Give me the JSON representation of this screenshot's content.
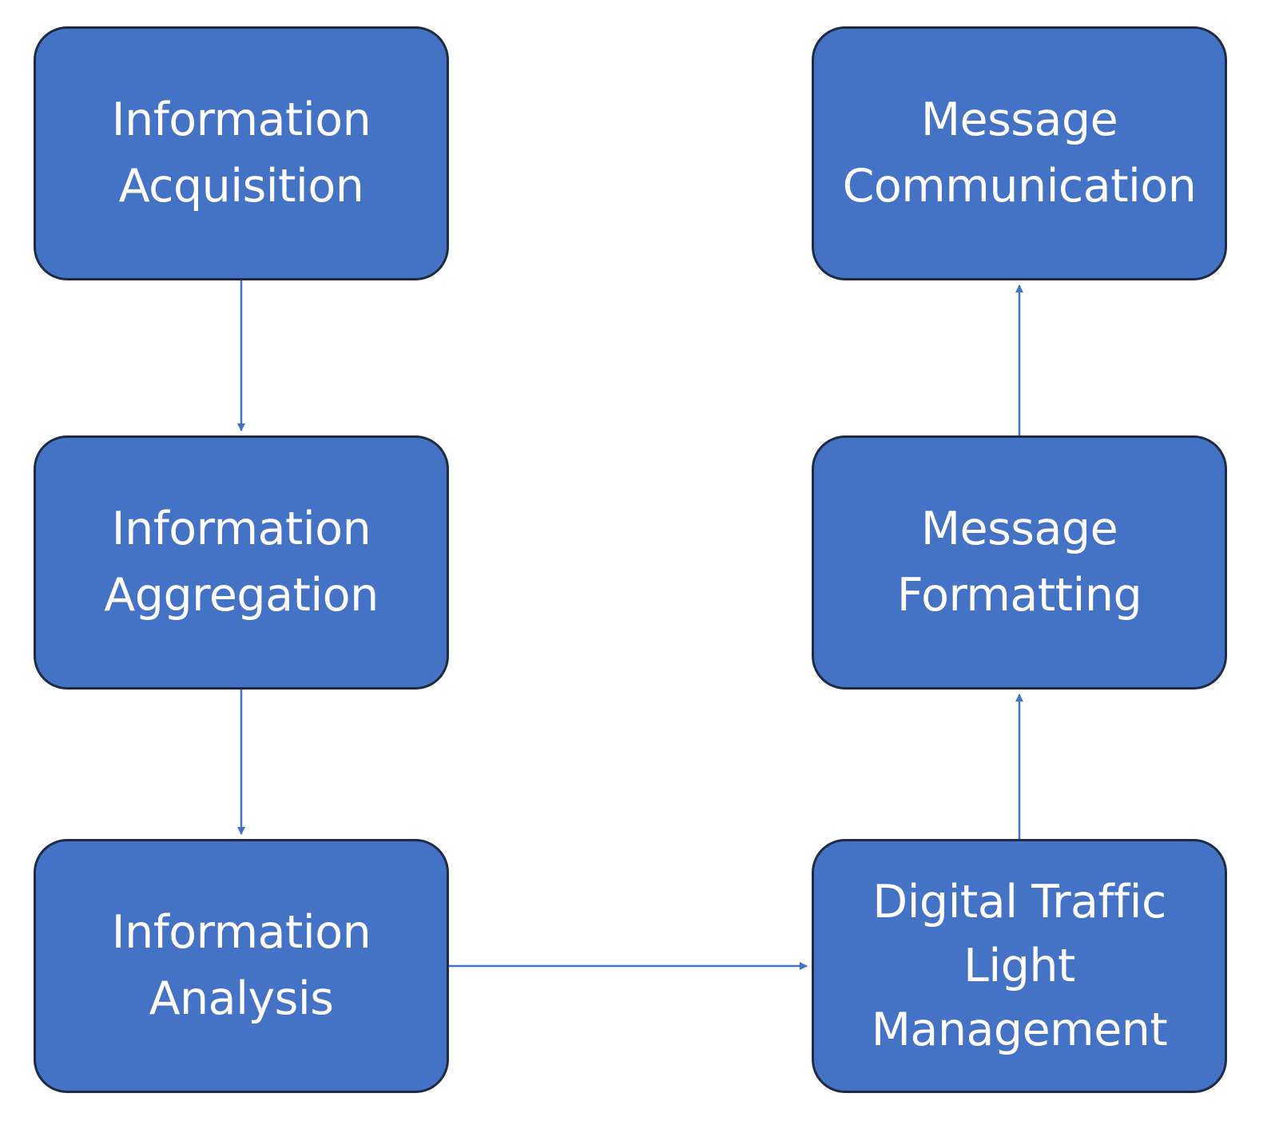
{
  "colors": {
    "box_fill": "#4472c4",
    "box_border": "#1f2a44",
    "text": "#ffffff",
    "connector": "#4472c4",
    "background": "#ffffff"
  },
  "diagram": {
    "nodes": [
      {
        "id": "info-acquisition",
        "label": "Information\nAcquisition"
      },
      {
        "id": "info-aggregation",
        "label": "Information\nAggregation"
      },
      {
        "id": "info-analysis",
        "label": "Information\nAnalysis"
      },
      {
        "id": "digital-traffic-light",
        "label": "Digital Traffic\nLight\nManagement"
      },
      {
        "id": "message-formatting",
        "label": "Message\nFormatting"
      },
      {
        "id": "message-communication",
        "label": "Message\nCommunication"
      }
    ],
    "edges": [
      {
        "from": "info-acquisition",
        "to": "info-aggregation"
      },
      {
        "from": "info-aggregation",
        "to": "info-analysis"
      },
      {
        "from": "info-analysis",
        "to": "digital-traffic-light"
      },
      {
        "from": "digital-traffic-light",
        "to": "message-formatting"
      },
      {
        "from": "message-formatting",
        "to": "message-communication"
      }
    ]
  }
}
